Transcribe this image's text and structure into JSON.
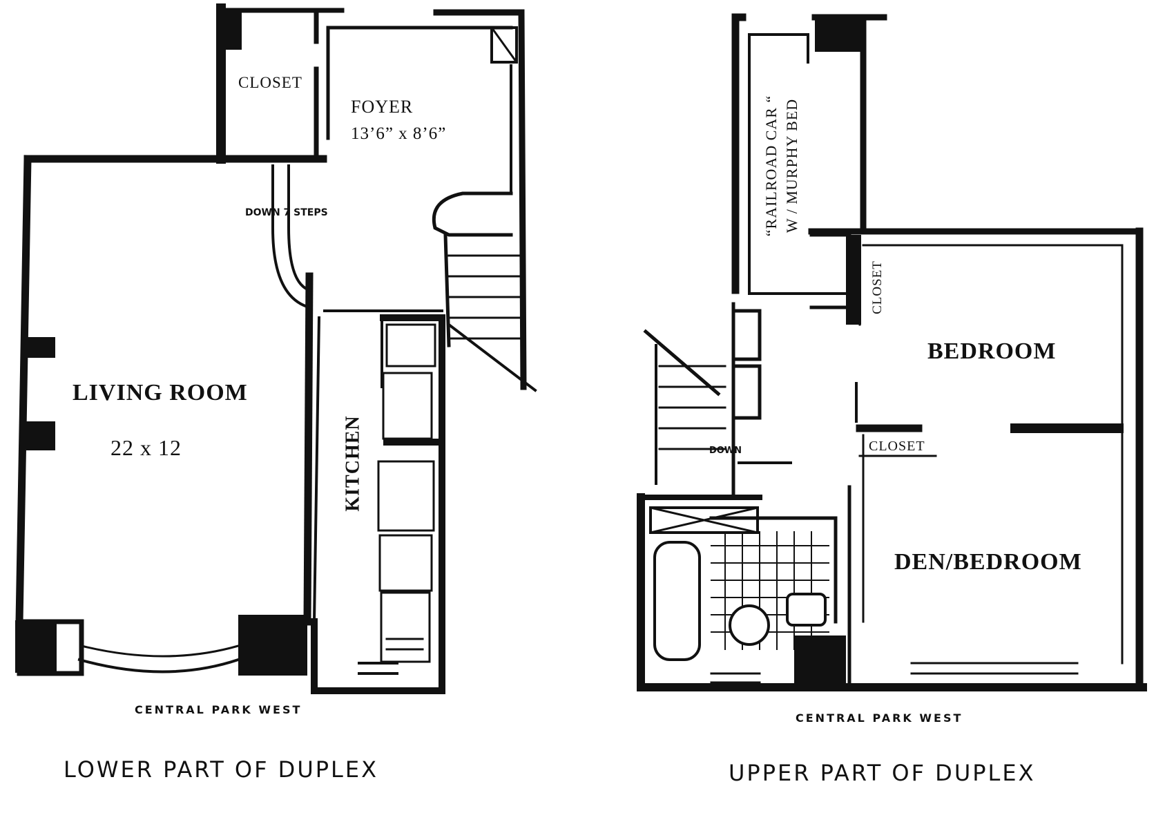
{
  "lower_plan": {
    "title": "LOWER PART OF DUPLEX",
    "street": "CENTRAL PARK WEST",
    "rooms": {
      "closet": "CLOSET",
      "foyer": "FOYER",
      "foyer_dims": "13’6” x 8’6”",
      "living_room": "LIVING ROOM",
      "living_dims": "22 x 12",
      "kitchen": "KITCHEN"
    },
    "stairs_note": "DOWN 7 STEPS"
  },
  "upper_plan": {
    "title": "UPPER PART OF DUPLEX",
    "street": "CENTRAL PARK WEST",
    "rooms": {
      "railroad_line1": "“RAILROAD CAR “",
      "railroad_line2": "W / MURPHY BED",
      "closet_vertical": "CLOSET",
      "bedroom": "BEDROOM",
      "closet": "CLOSET",
      "den_bedroom": "DEN/BEDROOM"
    },
    "stairs_note": "DOWN"
  },
  "colors": {
    "ink": "#111111",
    "paper": "#ffffff"
  }
}
